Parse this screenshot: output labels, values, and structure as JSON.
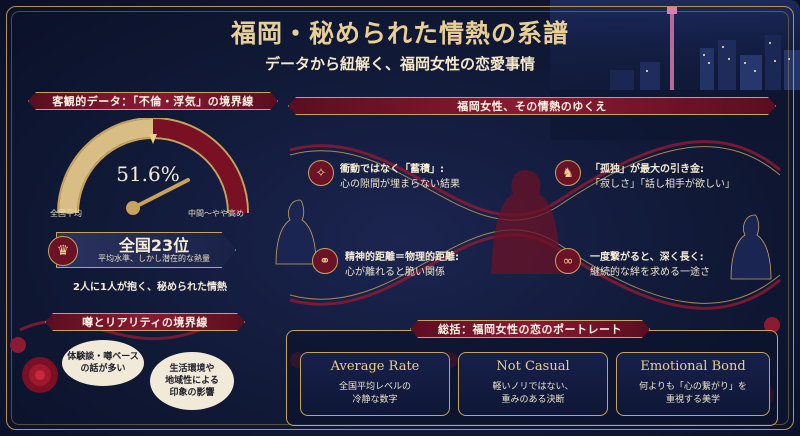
{
  "header": {
    "title": "福岡・秘められた情熱の系譜",
    "subtitle": "データから紐解く、福岡女性の恋愛事情"
  },
  "left_panel": {
    "banner": "客観的データ：「不倫・浮気」の境界線",
    "gauge": {
      "value": "51.6%",
      "fill_percent": 51.6,
      "label_left": "全国平均",
      "label_right": "中間～やや高め"
    },
    "rank": {
      "title": "全国23位",
      "subtitle": "平均水準、しかし潜在的な熱量"
    },
    "caption": "2人に1人が抱く、秘められた情熱"
  },
  "rumor": {
    "banner": "噂とリアリティの境界線",
    "bubble1": [
      "体験談・噂ベース",
      "の話が多い"
    ],
    "bubble2": [
      "生活環境や",
      "地域性による",
      "印象の影響"
    ]
  },
  "right_panel": {
    "banner": "福岡女性、その情熱のゆくえ",
    "items": [
      {
        "icon": "spark-icon",
        "title": "衝動ではなく「蓄積」:",
        "text": "心の隙間が埋まらない結果"
      },
      {
        "icon": "lonely-icon",
        "title": "「孤独」が最大の引き金:",
        "text": "「寂しさ」「話し相手が欲しい」"
      },
      {
        "icon": "distance-icon",
        "title": "精神的距離＝物理的距離:",
        "text": "心が離れると脆い関係"
      },
      {
        "icon": "infinity-icon",
        "title": "一度繋がると、深く長く:",
        "text": "継続的な絆を求める一途さ"
      }
    ]
  },
  "summary": {
    "banner": "総括：福岡女性の恋のポートレート",
    "cards": [
      {
        "title": "Average Rate",
        "line1": "全国平均レベルの",
        "line2": "冷静な数字"
      },
      {
        "title": "Not Casual",
        "line1": "軽いノリではない、",
        "line2": "重みのある決断"
      },
      {
        "title": "Emotional Bond",
        "line1": "何よりも「心の繋がり」を",
        "line2": "重視する美学"
      }
    ]
  },
  "colors": {
    "accent_gold": "#c9a25c",
    "accent_red": "#8b1a33",
    "navy": "#101936"
  }
}
